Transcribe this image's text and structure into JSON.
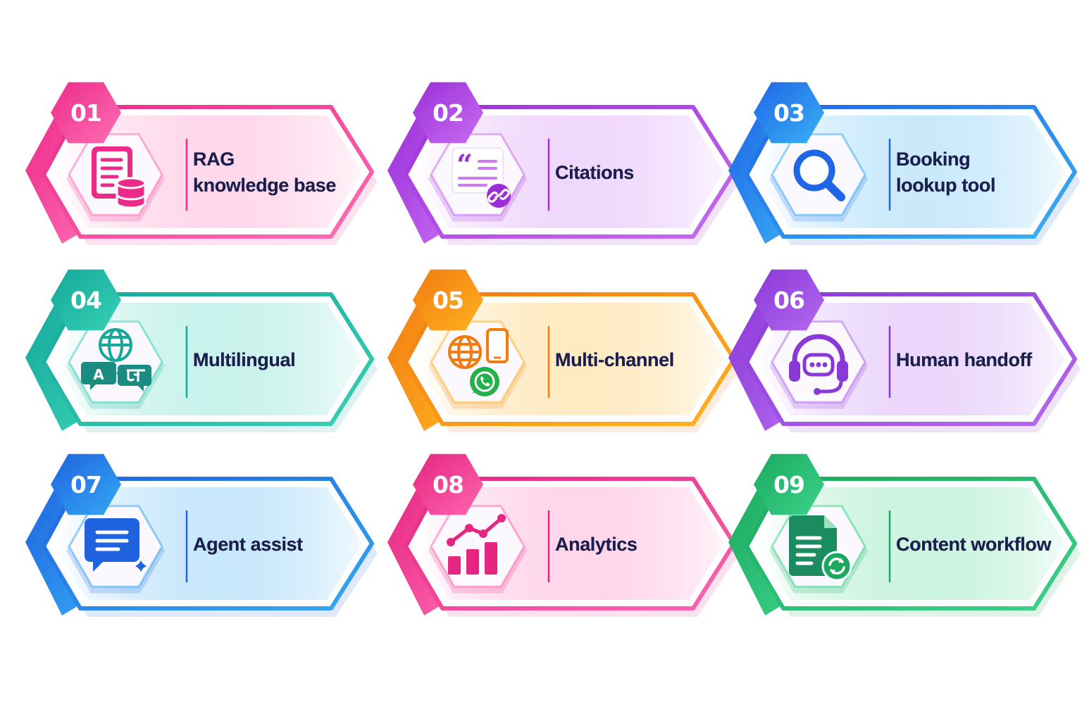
{
  "cards": [
    {
      "number": "01",
      "lines": [
        "RAG",
        "knowledge base"
      ],
      "icon": "document-database-icon",
      "color": "#ec2a8a",
      "color2": "#ff6fb4"
    },
    {
      "number": "02",
      "lines": [
        "Citations"
      ],
      "icon": "quote-link-icon",
      "color": "#9a2fd9",
      "color2": "#c86cf2"
    },
    {
      "number": "03",
      "lines": [
        "Booking",
        "lookup tool"
      ],
      "icon": "search-magnifier-icon",
      "color": "#1f66e6",
      "color2": "#3ab0f5"
    },
    {
      "number": "04",
      "lines": [
        "Multilingual"
      ],
      "icon": "globe-translate-icon",
      "color": "#15a89a",
      "color2": "#37d0b6"
    },
    {
      "number": "05",
      "lines": [
        "Multi-channel"
      ],
      "icon": "globe-phone-whatsapp-icon",
      "color": "#f27b12",
      "color2": "#ffb21f"
    },
    {
      "number": "06",
      "lines": [
        "Human handoff"
      ],
      "icon": "headset-chat-icon",
      "color": "#8a38d6",
      "color2": "#b469f0"
    },
    {
      "number": "07",
      "lines": [
        "Agent assist"
      ],
      "icon": "chat-sparkle-icon",
      "color": "#1f63e0",
      "color2": "#35a8f2"
    },
    {
      "number": "08",
      "lines": [
        "Analytics"
      ],
      "icon": "bar-chart-trend-icon",
      "color": "#e52580",
      "color2": "#ff66b0"
    },
    {
      "number": "09",
      "lines": [
        "Content workflow"
      ],
      "icon": "document-sync-icon",
      "color": "#1aa95e",
      "color2": "#3cd38a"
    }
  ]
}
